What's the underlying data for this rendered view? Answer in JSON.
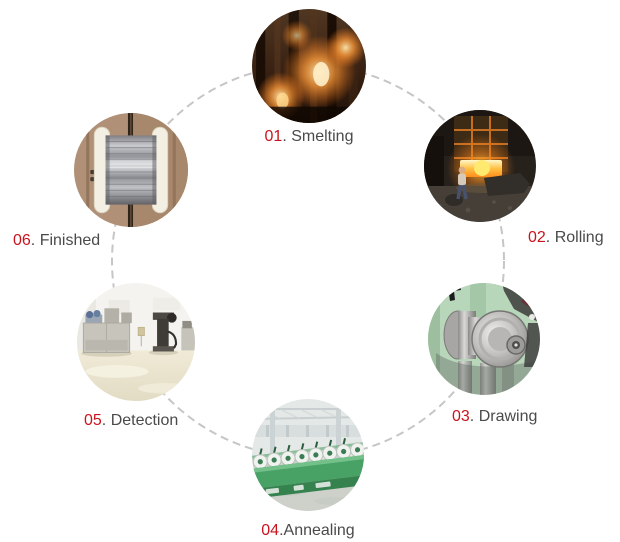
{
  "diagram": {
    "name": "wire-production-process",
    "accent_color": "#c8141e",
    "label_color": "#4a4a4a",
    "ring_color": "#c6c6c6",
    "steps": [
      {
        "number": "01",
        "rest": ". Smelting",
        "name": "Smelting",
        "image": "smelting-photo"
      },
      {
        "number": "02",
        "rest": ". Rolling",
        "name": "Rolling",
        "image": "rolling-photo"
      },
      {
        "number": "03",
        "rest": ". Drawing",
        "name": "Drawing",
        "image": "drawing-photo"
      },
      {
        "number": "04",
        "rest": ".Annealing",
        "name": "Annealing",
        "image": "annealing-photo"
      },
      {
        "number": "05",
        "rest": ". Detection",
        "name": "Detection",
        "image": "detection-photo"
      },
      {
        "number": "06",
        "rest": ". Finished",
        "name": "Finished",
        "image": "finished-photo"
      }
    ]
  }
}
